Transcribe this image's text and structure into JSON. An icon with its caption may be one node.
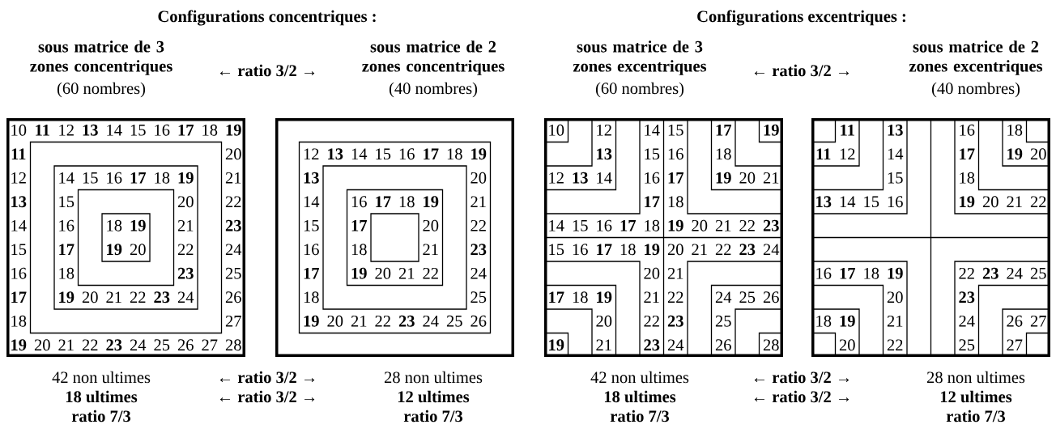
{
  "diagram": {
    "nodes": [
      {
        "text": [
          "sous matrice de 3 zones concentriques",
          "(60 nombres)"
        ],
        "beside": [
          "42 non ultimes",
          "18 ultimes",
          "ratio 7/3"
        ]
      },
      {
        "text": [
          "sous matrice de 2 zones concentriques",
          "(40 nombres)"
        ],
        "beside": [
          "28 non ultimes",
          "12 ultimes",
          "ratio 7/3"
        ]
      },
      {
        "text": [
          "sous matrice de 3 zones excentriques",
          "(60 nombres)"
        ],
        "beside": [
          "42 non ultimes",
          "18 ultimes",
          "ratio 7/3"
        ]
      },
      {
        "text": [
          "sous matrice de 2 zones excentriques",
          "(40 nombres)"
        ],
        "beside": [
          "28 non ultimes",
          "12 ultimes",
          "ratio 7/3"
        ]
      }
    ],
    "labels": [
      "Configurations concentriques :",
      "Configurations excentriques :",
      "← ratio 3/2 →",
      "← ratio 3/2 →",
      "10",
      "11",
      "12",
      "13",
      "14",
      "15",
      "16",
      "17",
      "18",
      "19",
      "11",
      "20",
      "12",
      "14",
      "15",
      "16",
      "17",
      "18",
      "19",
      "21",
      "13",
      "15",
      "20",
      "22",
      "14",
      "16",
      "18",
      "19",
      "21",
      "23",
      "15",
      "17",
      "19",
      "20",
      "22",
      "24",
      "16",
      "18",
      "23",
      "25",
      "17",
      "19",
      "20",
      "21",
      "22",
      "23",
      "24",
      "26",
      "18",
      "27",
      "19",
      "20",
      "21",
      "22",
      "23",
      "24",
      "25",
      "26",
      "27",
      "28",
      "12",
      "13",
      "14",
      "15",
      "16",
      "17",
      "18",
      "19",
      "13",
      "20",
      "14",
      "16",
      "17",
      "18",
      "19",
      "21",
      "15",
      "17",
      "20",
      "22",
      "16",
      "18",
      "21",
      "23",
      "17",
      "19",
      "20",
      "21",
      "22",
      "24",
      "18",
      "25",
      "19",
      "20",
      "21",
      "22",
      "23",
      "24",
      "25",
      "26",
      "10",
      "12",
      "14",
      "15",
      "17",
      "19",
      "13",
      "15",
      "16",
      "18",
      "12",
      "13",
      "14",
      "16",
      "17",
      "19",
      "20",
      "21",
      "17",
      "18",
      "14",
      "15",
      "16",
      "17",
      "18",
      "19",
      "20",
      "21",
      "22",
      "23",
      "15",
      "16",
      "17",
      "18",
      "19",
      "20",
      "21",
      "22",
      "23",
      "24",
      "20",
      "21",
      "17",
      "18",
      "19",
      "21",
      "22",
      "24",
      "25",
      "26",
      "20",
      "22",
      "23",
      "25",
      "19",
      "21",
      "23",
      "24",
      "26",
      "28",
      "11",
      "13",
      "16",
      "18",
      "11",
      "12",
      "14",
      "17",
      "19",
      "20",
      "15",
      "18",
      "13",
      "14",
      "15",
      "16",
      "19",
      "20",
      "21",
      "22",
      "16",
      "17",
      "18",
      "19",
      "22",
      "23",
      "24",
      "25",
      "20",
      "23",
      "18",
      "19",
      "21",
      "24",
      "26",
      "27",
      "20",
      "22",
      "25",
      "27",
      "← ratio 3/2 →",
      "← ratio 3/2 →",
      "← ratio 3/2 →",
      "← ratio 3/2 →"
    ]
  }
}
